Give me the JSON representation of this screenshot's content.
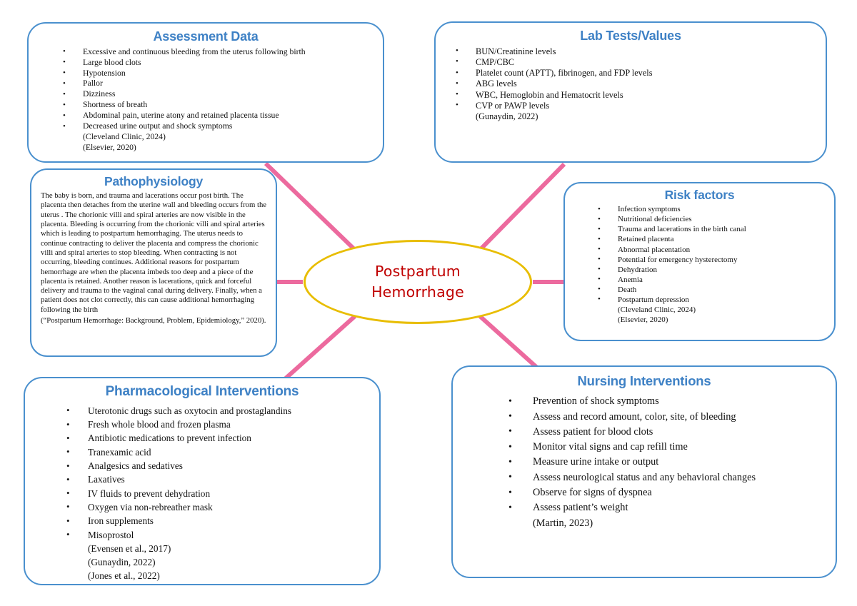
{
  "diagram": {
    "center": {
      "line1": "Postpartum",
      "line2": "Hemorrhage",
      "border_color": "#E8BD00",
      "text_color": "#C00000"
    },
    "theme": {
      "node_border_color": "#4A90CE",
      "node_title_color": "#3E81C5",
      "connector_color": "#EC6A9E",
      "citation_color": "#3B4A5C",
      "background": "#FFFFFF"
    },
    "nodes": {
      "assessment": {
        "title": "Assessment Data",
        "items": [
          "Excessive and continuous bleeding from the uterus following birth",
          "Large blood clots",
          "Hypotension",
          "Pallor",
          "Dizziness",
          "Shortness of breath",
          "Abdominal pain, uterine atony and retained placenta tissue",
          "Decreased urine output and shock symptoms"
        ],
        "citations": [
          "(Cleveland Clinic, 2024)",
          "(Elsevier, 2020)"
        ]
      },
      "lab": {
        "title": "Lab Tests/Values",
        "items": [
          "BUN/Creatinine levels",
          "CMP/CBC",
          "Platelet count (APTT), fibrinogen, and FDP levels",
          "ABG levels",
          "WBC, Hemoglobin and Hematocrit levels",
          "CVP or PAWP levels"
        ],
        "citations": [
          "(Gunaydin, 2022)"
        ]
      },
      "pathophysiology": {
        "title": "Pathophysiology",
        "body": "The baby is born, and trauma and lacerations occur post birth. The placenta then detaches from the uterine wall and bleeding occurs from the uterus . The chorionic villi and spiral arteries are now visible in the placenta. Bleeding is occurring from the chorionic villi and spiral arteries which is leading to postpartum hemorrhaging. The uterus needs to continue contracting to deliver the placenta and compress the chorionic villi and spiral arteries to stop bleeding. When contracting is not occurring, bleeding continues. Additional reasons for postpartum hemorrhage are when the placenta imbeds too deep and a piece of the placenta is retained. Another reason is lacerations, quick and forceful delivery and trauma to the vaginal canal during delivery. Finally, when a patient does not clot correctly, this can cause additional hemorrhaging following the birth",
        "citation": "(“Postpartum Hemorrhage: Background, Problem, Epidemiology,” 2020)."
      },
      "risk": {
        "title": "Risk factors",
        "items": [
          "Infection symptoms",
          "Nutritional deficiencies",
          "Trauma and lacerations in the birth canal",
          "Retained placenta",
          "Abnormal placentation",
          "Potential for emergency hysterectomy",
          "Dehydration",
          "Anemia",
          "Death",
          "Postpartum depression"
        ],
        "citations": [
          "(Cleveland Clinic, 2024)",
          "(Elsevier, 2020)"
        ]
      },
      "pharmacological": {
        "title": "Pharmacological Interventions",
        "items": [
          "Uterotonic drugs such as oxytocin and prostaglandins",
          "Fresh whole blood and frozen plasma",
          "Antibiotic medications to prevent infection",
          "Tranexamic acid",
          "Analgesics and sedatives",
          "Laxatives",
          "IV fluids to prevent dehydration",
          "Oxygen via non-rebreather mask",
          "Iron supplements",
          "Misoprostol"
        ],
        "citations": [
          "(Evensen et al., 2017)",
          "(Gunaydin, 2022)",
          "(Jones et al., 2022)"
        ]
      },
      "nursing": {
        "title": "Nursing Interventions",
        "items": [
          "Prevention of shock symptoms",
          "Assess and record amount, color, site, of bleeding",
          "Assess patient for blood clots",
          "Monitor vital signs and cap refill time",
          "Measure urine intake or output",
          "Assess neurological status and any behavioral changes",
          "Observe for signs of dyspnea",
          "Assess patient’s weight"
        ],
        "citations": [
          "(Martin, 2023)"
        ]
      }
    }
  }
}
